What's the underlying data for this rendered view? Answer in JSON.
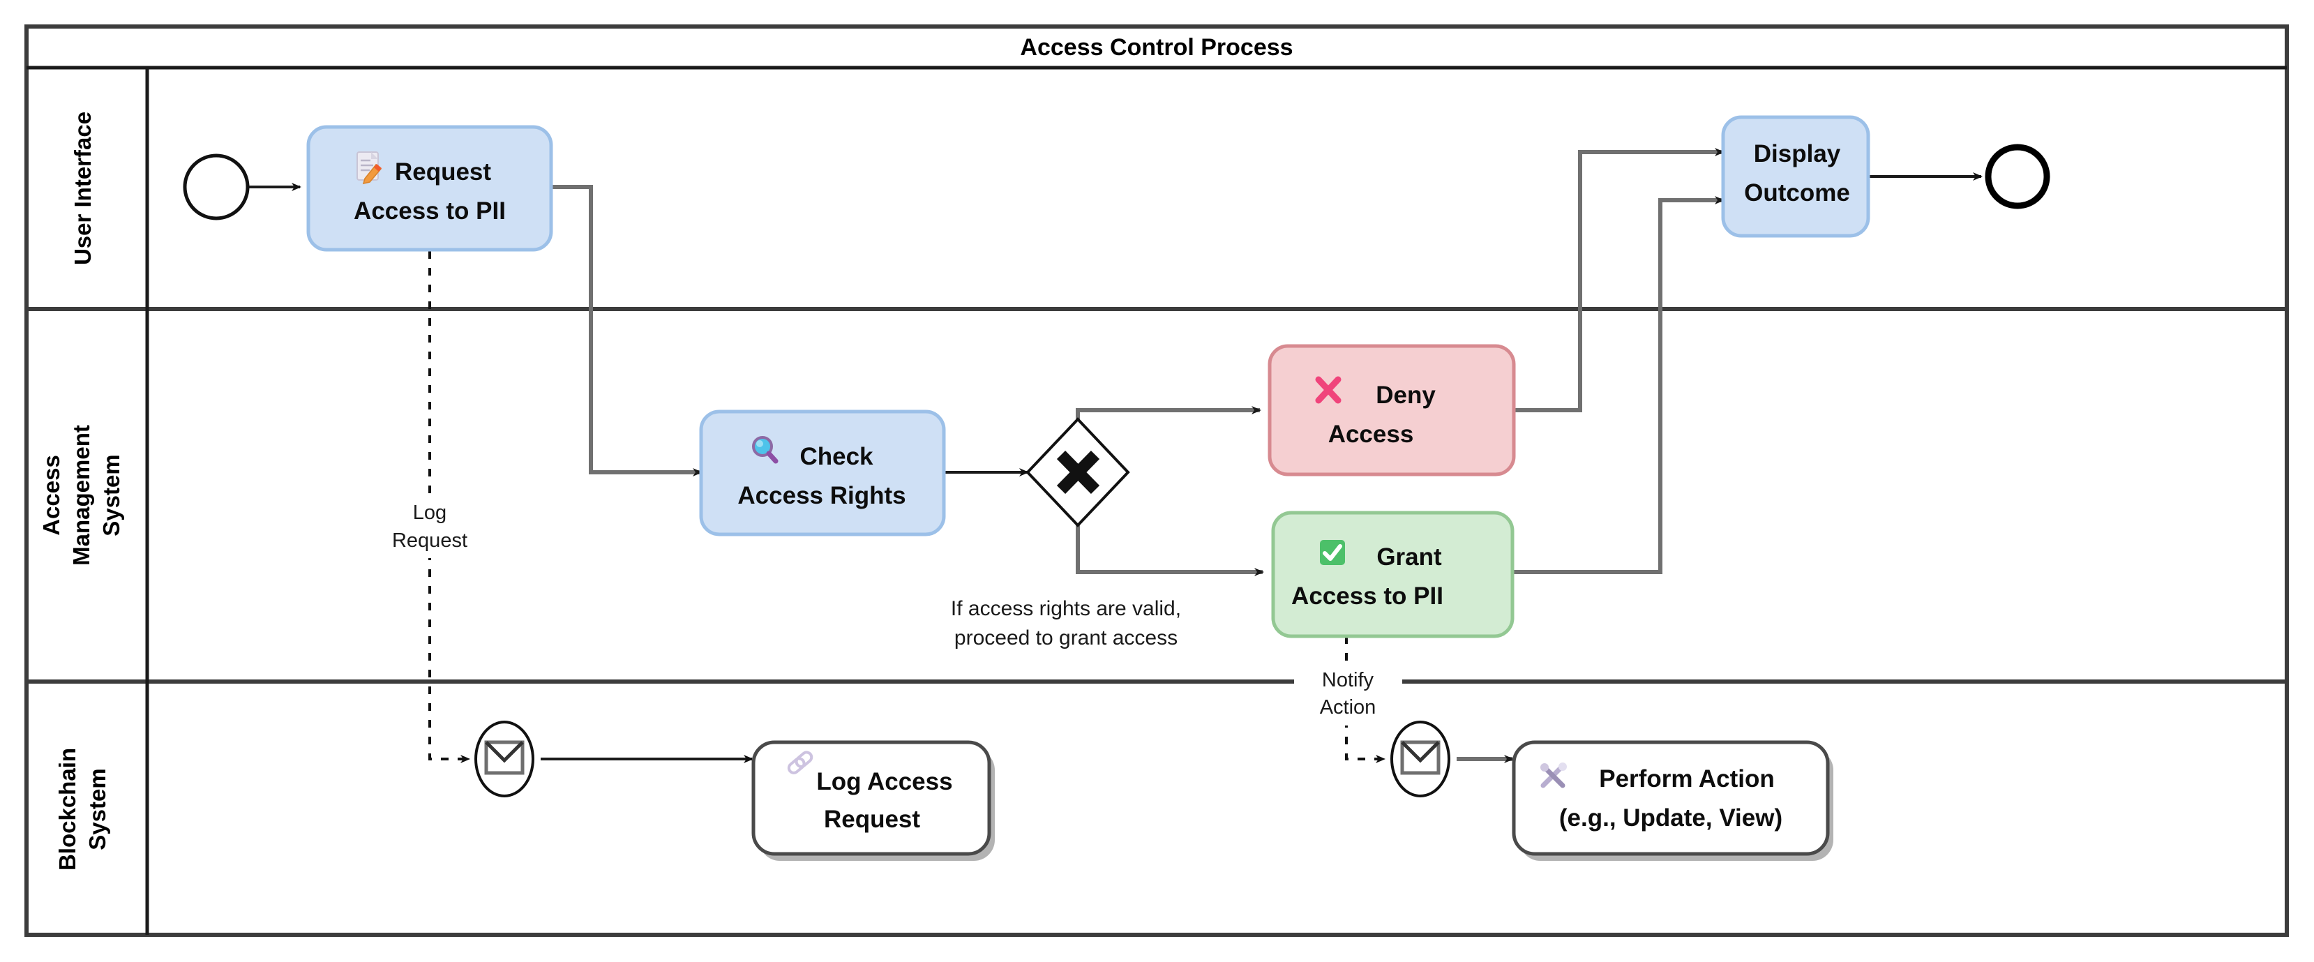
{
  "pool": {
    "title": "Access Control Process",
    "lanes": [
      {
        "id": "user-interface",
        "label": "User Interface"
      },
      {
        "id": "access-management-system",
        "label_lines": [
          "Access",
          "Management",
          "System"
        ],
        "label": "Access Management System"
      },
      {
        "id": "blockchain-system",
        "label_lines": [
          "Blockchain",
          "System"
        ],
        "label": "Blockchain System"
      }
    ]
  },
  "nodes": {
    "start_event": {
      "type": "start-event",
      "label": ""
    },
    "request_access": {
      "type": "task",
      "icon": "memo-pencil-icon",
      "icon_glyph": "📝",
      "lines": [
        "Request",
        "Access to PII"
      ],
      "line1_with_icon": "Request",
      "line2": "Access to PII",
      "color": "#cfe0f5"
    },
    "check_access_rights": {
      "type": "task",
      "icon": "magnifying-glass-icon",
      "icon_glyph": "🔍",
      "line1_with_icon": "Check",
      "line2": "Access Rights",
      "color": "#cfe0f5"
    },
    "gateway": {
      "type": "exclusive-gateway",
      "symbol": "X",
      "label": ""
    },
    "deny_access": {
      "type": "task",
      "icon": "cross-mark-icon",
      "icon_glyph": "❌",
      "line1_with_icon": "Deny",
      "line2": "Access",
      "color": "#f5cfd1"
    },
    "grant_access": {
      "type": "task",
      "icon": "check-mark-button-icon",
      "icon_glyph": "✅",
      "line1_with_icon": "Grant",
      "line2": "Access to PII",
      "color": "#d3ecd3"
    },
    "display_outcome": {
      "type": "task",
      "icon": "",
      "line1_with_icon": "Display",
      "line2": "Outcome",
      "color": "#cfe0f5"
    },
    "end_event": {
      "type": "end-event",
      "label": ""
    },
    "log_msg_event": {
      "type": "message-intermediate-event",
      "icon": "envelope-icon"
    },
    "log_access_request": {
      "type": "task",
      "icon": "link-icon",
      "icon_glyph": "🔗",
      "line1_with_icon": "Log Access",
      "line2": "Request",
      "color": "#ffffff"
    },
    "notify_msg_event": {
      "type": "message-intermediate-event",
      "icon": "envelope-icon"
    },
    "perform_action": {
      "type": "task",
      "icon": "hammer-and-wrench-icon",
      "icon_glyph": "🛠",
      "line1_with_icon": "Perform Action",
      "line2": "(e.g., Update, View)",
      "color": "#ffffff"
    }
  },
  "edge_labels": {
    "log_request": {
      "lines": [
        "Log",
        "Request"
      ],
      "line1": "Log",
      "line2": "Request"
    },
    "notify_action": {
      "lines": [
        "Notify",
        "Action"
      ],
      "line1": "Notify",
      "line2": "Action"
    }
  },
  "annotations": {
    "gateway_note": {
      "line1": "If access rights are valid,",
      "line2": "proceed to grant access"
    }
  },
  "colors": {
    "task_blue": "#cfe0f5",
    "task_blue_border": "#9cc0e8",
    "task_red": "#f5cfd1",
    "task_red_border": "#d78a90",
    "task_green": "#d3ecd3",
    "task_green_border": "#93c893",
    "flow_gray": "#707070",
    "frame_dark": "#3c3c3c",
    "background": "#ffffff"
  }
}
